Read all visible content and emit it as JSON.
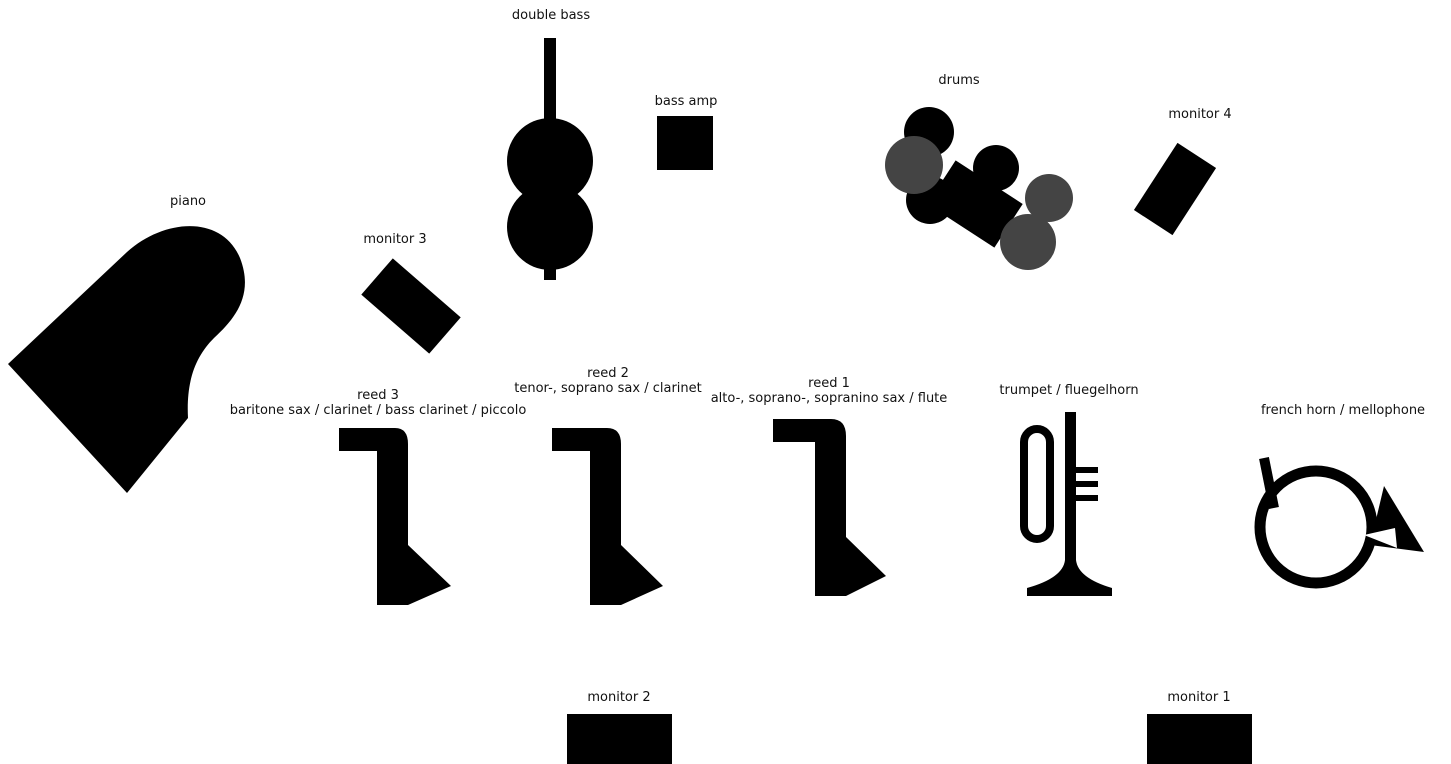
{
  "colors": {
    "ink": "#000000",
    "cymbal": "#444444",
    "background": "#ffffff"
  },
  "labels": {
    "double_bass": "double bass",
    "bass_amp": "bass amp",
    "drums": "drums",
    "monitor_4": "monitor 4",
    "piano": "piano",
    "monitor_3": "monitor 3",
    "reed_3_title": "reed 3",
    "reed_3_instruments": "baritone sax / clarinet / bass clarinet / piccolo",
    "reed_2_title": "reed 2",
    "reed_2_instruments": "tenor-, soprano sax / clarinet",
    "reed_1_title": "reed 1",
    "reed_1_instruments": "alto-, soprano-, sopranino sax / flute",
    "trumpet": "trumpet / fluegelhorn",
    "french_horn": "french horn / mellophone",
    "monitor_2": "monitor 2",
    "monitor_1": "monitor 1"
  },
  "icons": [
    "piano-icon",
    "double-bass-icon",
    "amp-icon",
    "drum-kit-icon",
    "monitor-icon",
    "saxophone-icon",
    "trumpet-icon",
    "french-horn-icon"
  ]
}
